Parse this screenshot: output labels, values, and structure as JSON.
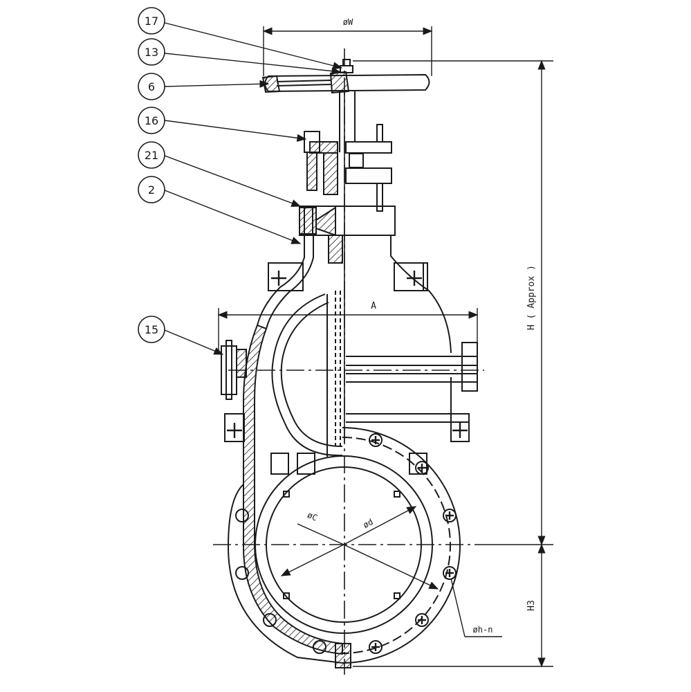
{
  "diagram": {
    "callouts": [
      "17",
      "13",
      "6",
      "16",
      "21",
      "2",
      "15"
    ],
    "dimensions": {
      "handwheel_dia": "øW",
      "face_to_face": "A",
      "height": "H  ( Approx )",
      "center_height": "H3",
      "flange_pcd": "øC",
      "bore": "ød",
      "bolt_holes": "øh-n"
    }
  },
  "colors": {
    "line": "#1a1a1a",
    "background": "#ffffff"
  }
}
